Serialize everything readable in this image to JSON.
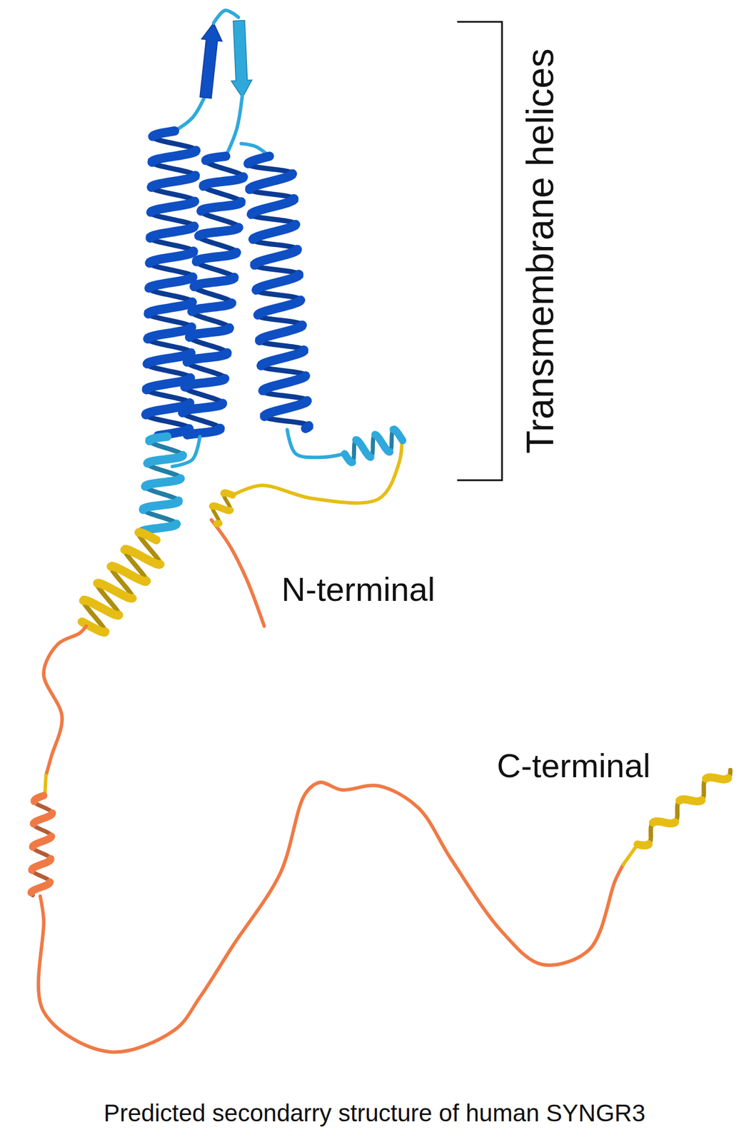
{
  "diagram": {
    "caption": "Predicted secondarry structure of human SYNGR3",
    "labels": [
      "Transmembrane helices",
      "N-terminal",
      "C-terminal"
    ]
  }
}
